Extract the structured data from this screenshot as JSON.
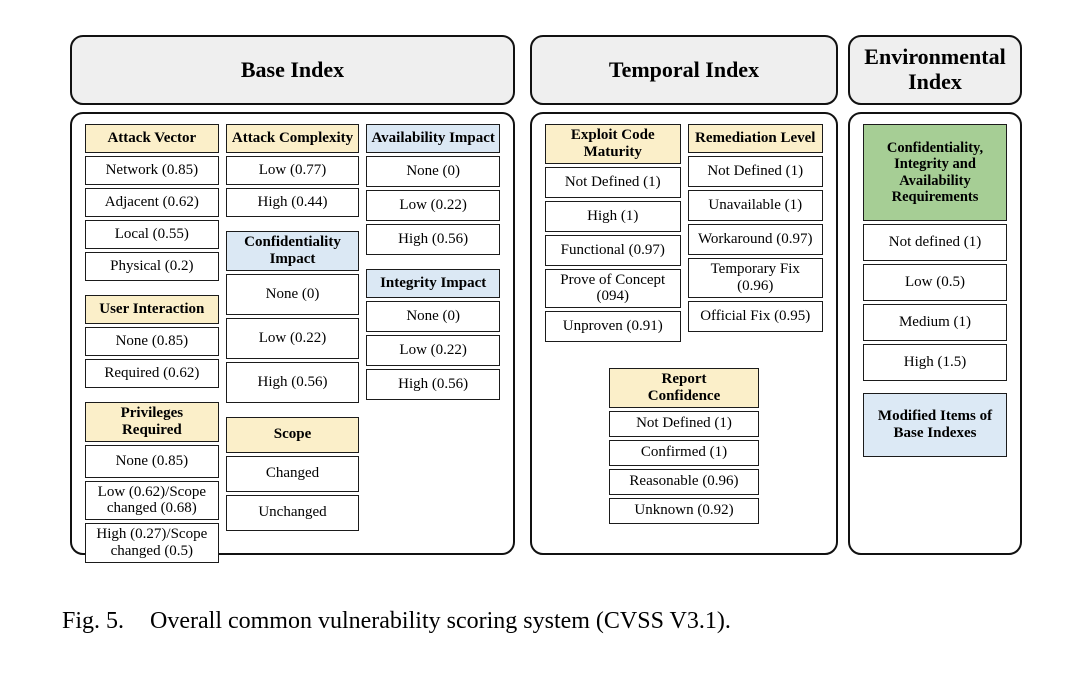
{
  "figure_caption": {
    "label": "Fig. 5.",
    "text": "Overall common vulnerability scoring system (CVSS V3.1)."
  },
  "colors": {
    "tan_header": "#FBEFC9",
    "blue_header": "#DBE8F4",
    "green_header": "#A6CE95",
    "bluebox_fill": "#DCE9F5",
    "panel_title_bg": "#EFEFEF"
  },
  "panels": [
    {
      "id": "base-index",
      "title": "Base Index",
      "columns": [
        {
          "tables": [
            {
              "header": "Attack Vector",
              "header_style": "tan",
              "rows": [
                "Network (0.85)",
                "Adjacent (0.62)",
                "Local (0.55)",
                "Physical (0.2)"
              ]
            },
            {
              "header": "User Interaction",
              "header_style": "tan",
              "rows": [
                "None (0.85)",
                "Required (0.62)"
              ]
            },
            {
              "header": "Privileges Required",
              "header_style": "tan",
              "rows": [
                "None (0.85)",
                "Low (0.62)/Scope changed (0.68)",
                "High (0.27)/Scope changed (0.5)"
              ]
            }
          ]
        },
        {
          "tables": [
            {
              "header": "Attack Complexity",
              "header_style": "tan",
              "rows": [
                "Low (0.77)",
                "High (0.44)"
              ]
            },
            {
              "header": "Confidentiality Impact",
              "header_style": "blue",
              "rows": [
                "None (0)",
                "Low (0.22)",
                "High (0.56)"
              ]
            },
            {
              "header": "Scope",
              "header_style": "tan",
              "rows": [
                "Changed",
                "Unchanged"
              ]
            }
          ]
        },
        {
          "tables": [
            {
              "header": "Availability Impact",
              "header_style": "blue",
              "rows": [
                "None (0)",
                "Low (0.22)",
                "High (0.56)"
              ]
            },
            {
              "header": "Integrity Impact",
              "header_style": "blue",
              "rows": [
                "None (0)",
                "Low (0.22)",
                "High (0.56)"
              ]
            }
          ]
        }
      ],
      "footer_tables": []
    },
    {
      "id": "temporal-index",
      "title": "Temporal Index",
      "columns": [
        {
          "tables": [
            {
              "header": "Exploit Code Maturity",
              "header_style": "tan",
              "rows": [
                "Not Defined (1)",
                "High (1)",
                "Functional (0.97)",
                "Prove of Concept (094)",
                "Unproven (0.91)"
              ]
            }
          ]
        },
        {
          "tables": [
            {
              "header": "Remediation Level",
              "header_style": "tan",
              "rows": [
                "Not Defined (1)",
                "Unavailable (1)",
                "Workaround (0.97)",
                "Temporary Fix (0.96)",
                "Official Fix (0.95)"
              ]
            }
          ]
        }
      ],
      "footer_tables": [
        {
          "header": "Report Confidence",
          "header_style": "tan",
          "rows": [
            "Not Defined (1)",
            "Confirmed (1)",
            "Reasonable (0.96)",
            "Unknown (0.92)"
          ]
        }
      ]
    },
    {
      "id": "environmental-index",
      "title": "Environmental Index",
      "columns": [
        {
          "tables": [
            {
              "header": "Confidentiality, Integrity and Availability Requirements",
              "header_style": "green",
              "rows": [
                "Not defined (1)",
                "Low (0.5)",
                "Medium (1)",
                "High (1.5)"
              ]
            },
            {
              "header": "Modified Items of Base Indexes",
              "header_style": "bluebox",
              "rows": []
            }
          ]
        }
      ],
      "footer_tables": []
    }
  ]
}
